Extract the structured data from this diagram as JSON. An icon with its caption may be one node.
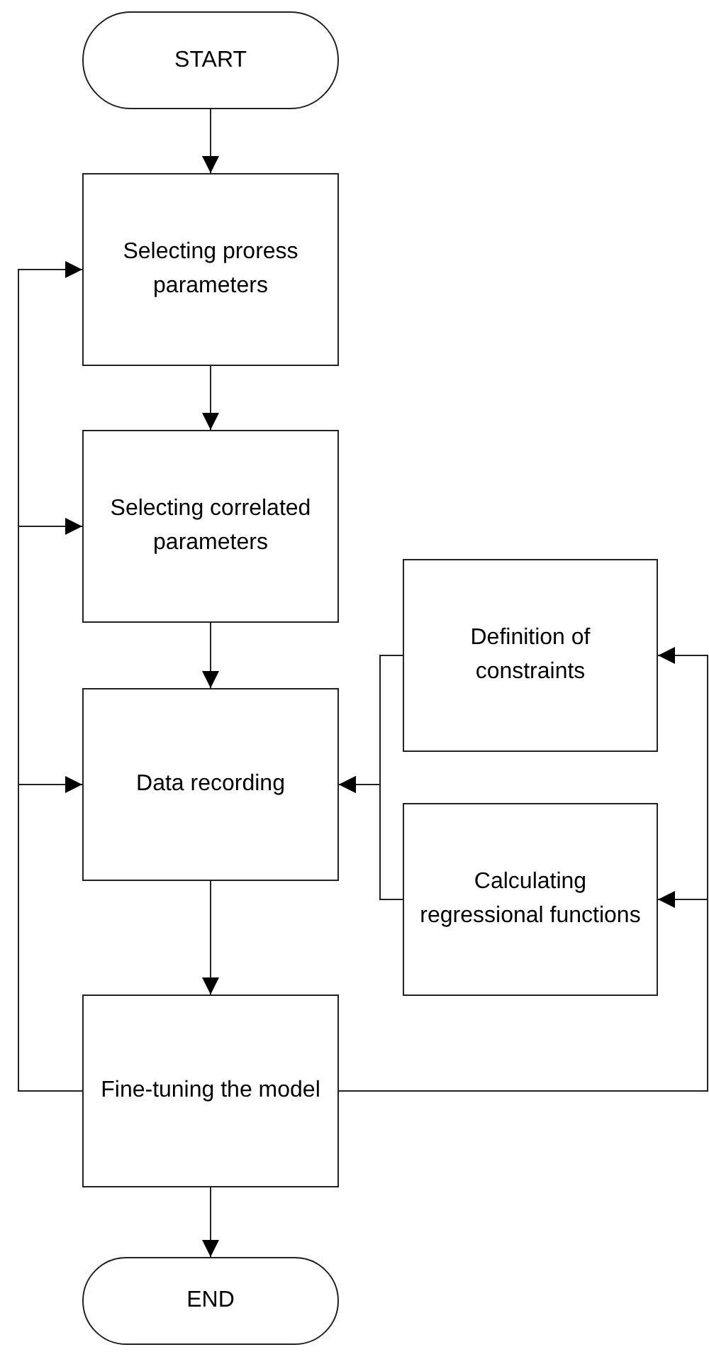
{
  "diagram": {
    "nodes": [
      {
        "text": [
          "START"
        ]
      },
      {
        "text": [
          "Selecting proress parameters"
        ]
      },
      {
        "text": [
          "Selecting correlated parameters"
        ]
      },
      {
        "text": [
          "Data recording"
        ]
      },
      {
        "text": [
          "Definition of constraints"
        ]
      },
      {
        "text": [
          "Calculating regressional functions"
        ]
      },
      {
        "text": [
          "Fine-tuning the model"
        ]
      },
      {
        "text": [
          "END"
        ]
      }
    ],
    "edges": [
      {
        "from": 0,
        "to": 1,
        "arrow": "to"
      },
      {
        "from": 1,
        "to": 2,
        "arrow": "to"
      },
      {
        "from": 2,
        "to": 3,
        "arrow": "to"
      },
      {
        "from": 3,
        "to": 6,
        "arrow": "to"
      },
      {
        "from": 6,
        "to": 7,
        "arrow": "to"
      },
      {
        "from": 6,
        "to": 1,
        "arrow": "to"
      },
      {
        "from": 6,
        "to": 2,
        "arrow": "to"
      },
      {
        "from": 6,
        "to": 3,
        "arrow": "to"
      },
      {
        "from": 6,
        "to": 4,
        "arrow": "to"
      },
      {
        "from": 6,
        "to": 5,
        "arrow": "to"
      },
      {
        "from": 4,
        "to": 3,
        "arrow": "to"
      },
      {
        "from": 5,
        "to": 3,
        "arrow": "to"
      }
    ]
  }
}
